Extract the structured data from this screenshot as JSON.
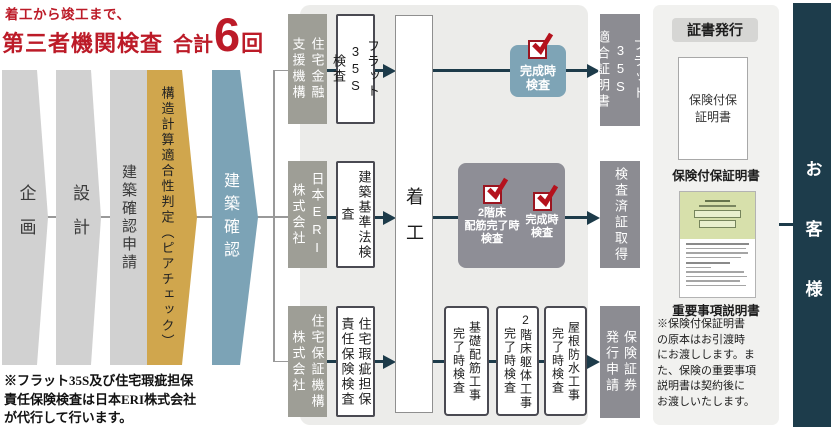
{
  "title": {
    "subtitle": "着工から竣工まで、",
    "main": "第三者機関検査",
    "total_label": "合計",
    "total_count": "6",
    "total_unit": "回"
  },
  "phases": [
    {
      "label": "企画"
    },
    {
      "label": "設計"
    },
    {
      "label": "建築確認申請"
    },
    {
      "label": "構造計算適合性判定（ピアチェック）"
    },
    {
      "label": "建築確認"
    }
  ],
  "start_label": "着工",
  "rows": [
    {
      "org": "住宅金融\n支援機構",
      "inspection": "フラット35S\n検査",
      "checks": [
        "完成時\n検査"
      ],
      "result": "フラット35S\n適合証明書"
    },
    {
      "org": "日本ERI\n株式会社",
      "inspection": "建築基準法検査",
      "checks": [
        "2階床\n配筋完了時\n検査",
        "完成時\n検査"
      ],
      "result": "検査済証取得"
    },
    {
      "org": "住宅保証機構\n株式会社",
      "inspection": "住宅瑕疵担保\n責任保険検査",
      "stages": [
        "基礎配筋工事\n完了時検査",
        "2階床躯体工事\n完了時検査",
        "屋根防水工事\n完了時検査"
      ],
      "result": "保険証券\n発行申請"
    }
  ],
  "certificates": {
    "header": "証書発行",
    "insurance_doc_label": "保険付保\n証明書",
    "insurance_doc_caption": "保険付保証明書",
    "important_doc_caption": "重要事項説明書",
    "note": "※保険付保証明書\nの原本はお引渡時\nにお渡しします。ま\nた、保険の重要事項\n説明書は契約後に\nお渡しいたします。"
  },
  "customer": {
    "label": "お客様"
  },
  "footnote": "※フラット35S及び住宅瑕疵担保\n責任保険検査は日本ERI株式会社\nが代行して行います。",
  "colors": {
    "accent_red": "#bc1b28",
    "arrow_navy": "#1d3b4a",
    "phase_gray": "#d1d1d1",
    "phase_gold": "#d0a64d",
    "phase_blue": "#7ca3b6",
    "org_gray": "#9e9e96",
    "check_blue": "#7ea4b6",
    "check_gray": "#8e8e96",
    "result_gray": "#8c8c92",
    "panel_gray": "#ececea",
    "customer_navy": "#1d3c4b"
  }
}
